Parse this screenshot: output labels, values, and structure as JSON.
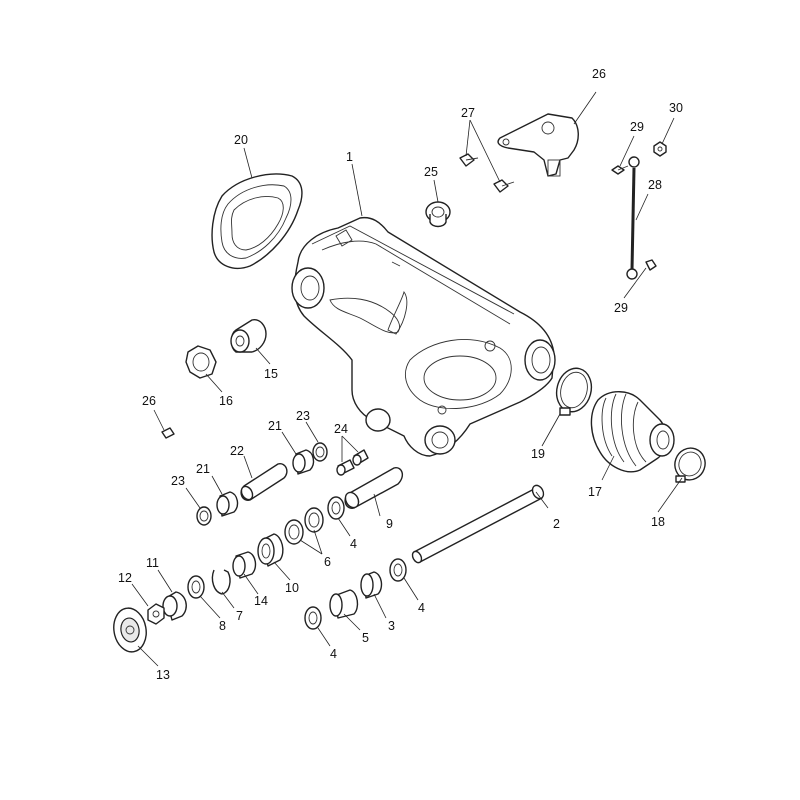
{
  "diagram": {
    "labels": {
      "l1": "1",
      "l2": "2",
      "l3": "3",
      "l4a": "4",
      "l4b": "4",
      "l4c": "4",
      "l5": "5",
      "l6": "6",
      "l7": "7",
      "l8": "8",
      "l9": "9",
      "l10": "10",
      "l11": "11",
      "l12": "12",
      "l13": "13",
      "l14": "14",
      "l15": "15",
      "l16": "16",
      "l17": "17",
      "l18": "18",
      "l19": "19",
      "l20": "20",
      "l21a": "21",
      "l21b": "21",
      "l22": "22",
      "l23a": "23",
      "l23b": "23",
      "l24": "24",
      "l25": "25",
      "l26a": "26",
      "l26b": "26",
      "l27": "27",
      "l28": "28",
      "l29a": "29",
      "l29b": "29",
      "l30": "30"
    }
  }
}
